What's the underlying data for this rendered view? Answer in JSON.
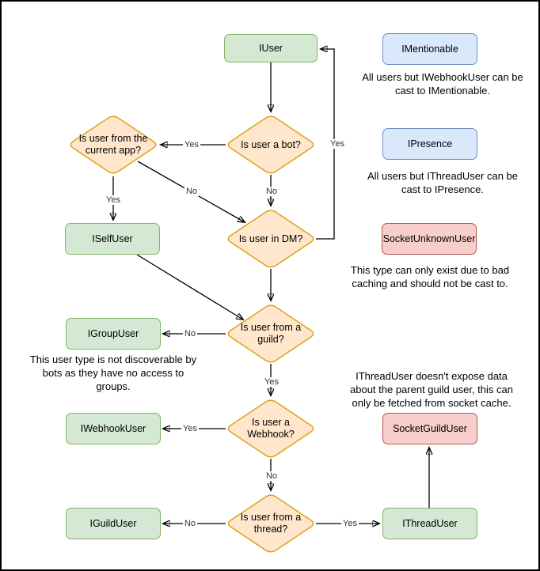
{
  "diagram": {
    "kind": "flowchart",
    "nodes": {
      "iuser": {
        "label": "IUser",
        "color": "green"
      },
      "imentionable": {
        "label": "IMentionable",
        "color": "blue"
      },
      "ipresence": {
        "label": "IPresence",
        "color": "blue"
      },
      "socketunknownuser": {
        "label": "SocketUnknownUser",
        "color": "red"
      },
      "iselfuser": {
        "label": "ISelfUser",
        "color": "green"
      },
      "igroupuser": {
        "label": "IGroupUser",
        "color": "green"
      },
      "iwebhookuser": {
        "label": "IWebhookUser",
        "color": "green"
      },
      "iguilduser": {
        "label": "IGuildUser",
        "color": "green"
      },
      "socketguilduser": {
        "label": "SocketGuildUser",
        "color": "red"
      },
      "ithreaduser": {
        "label": "IThreadUser",
        "color": "green"
      }
    },
    "decisions": {
      "is_bot": {
        "label": "Is user a bot?"
      },
      "from_current_app": {
        "label": "Is user from the\ncurrent app?"
      },
      "in_dm": {
        "label": "Is user in DM?"
      },
      "from_guild": {
        "label": "Is user from a\nguild?"
      },
      "is_webhook": {
        "label": "Is user a\nWebhook?"
      },
      "from_thread": {
        "label": "Is user from a\nthread?"
      }
    },
    "edge_labels": {
      "bot_yes": "Yes",
      "bot_no": "No",
      "dm_yes": "Yes",
      "app_no": "No",
      "app_yes": "Yes",
      "guild_no": "No",
      "guild_yes": "Yes",
      "webhook_yes": "Yes",
      "webhook_no": "No",
      "thread_no": "No",
      "thread_yes": "Yes"
    },
    "notes": {
      "mentionable": "All users but IWebhookUser can be\ncast to IMentionable.",
      "presence": "All users but IThreadUser can be\ncast to IPresence.",
      "unknown_user": "This type can only exist due to bad\ncaching and should not be cast to.",
      "group_user": "This user type is not discoverable by\nbots as they have no access to\ngroups.",
      "thread_user": "IThreadUser doesn't expose data\nabout the parent guild user, this can\nonly be fetched from socket cache."
    },
    "colors": {
      "green_fill": "#d5e8d4",
      "green_stroke": "#82b366",
      "blue_fill": "#dae8fc",
      "blue_stroke": "#6c8ebf",
      "orange_fill": "#ffe6cc",
      "orange_stroke": "#d79b00",
      "red_fill": "#f8cecc",
      "red_stroke": "#b85450",
      "edge": "#000000",
      "background": "#ffffff"
    }
  }
}
